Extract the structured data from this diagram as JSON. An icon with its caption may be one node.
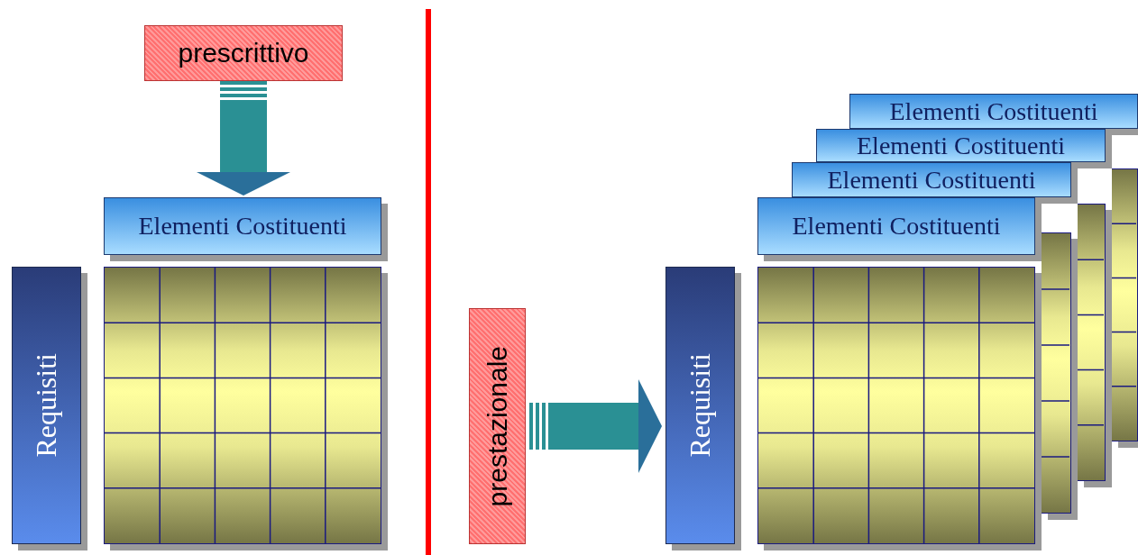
{
  "diagram": {
    "nodes": [
      {
        "text": [
          "prescrittivo"
        ]
      },
      {
        "text": [
          "Elementi Costituenti"
        ]
      },
      {
        "text": [
          "Requisiti"
        ]
      },
      {
        "text": [],
        "shape": "grid"
      },
      {
        "text": [
          "prestazionale"
        ]
      },
      {
        "text": [
          "Requisiti"
        ]
      },
      {
        "text": [
          "Elementi Costituenti"
        ]
      },
      {
        "text": [
          "Elementi Costituenti"
        ]
      },
      {
        "text": [
          "Elementi Costituenti"
        ]
      },
      {
        "text": [
          "Elementi Costituenti"
        ]
      },
      {
        "text": [],
        "shape": "grid"
      },
      {
        "text": [],
        "shape": "grid"
      },
      {
        "text": [],
        "shape": "grid"
      },
      {
        "text": [],
        "shape": "grid"
      }
    ],
    "edges": [
      {
        "from": 0,
        "to": 1,
        "arrow": "to"
      },
      {
        "from": 4,
        "to": 5,
        "arrow": "to"
      }
    ]
  }
}
